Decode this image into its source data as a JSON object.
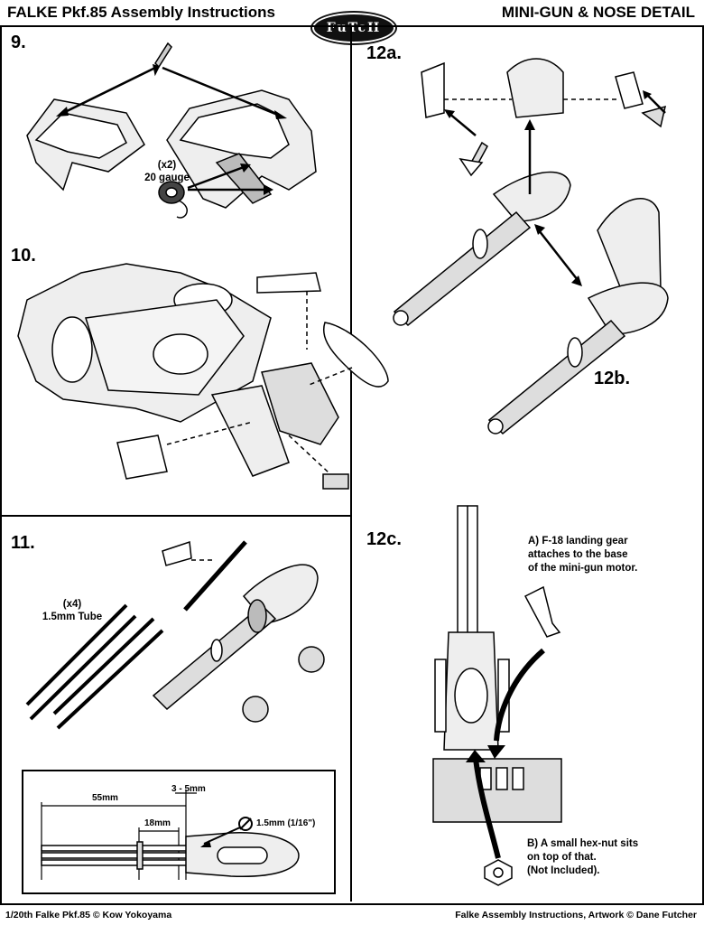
{
  "header": {
    "title": "FALKE Pkf.85 Assembly Instructions",
    "logo_text": "FuTcH",
    "section": "MINI-GUN & NOSE DETAIL"
  },
  "steps": {
    "s9": "9.",
    "s10": "10.",
    "s11": "11.",
    "s12a": "12a.",
    "s12b": "12b.",
    "s12c": "12c."
  },
  "step9": {
    "wire_qty": "(x2)",
    "wire_gauge": "20 gauge"
  },
  "step11": {
    "tube_qty": "(x4)",
    "tube_size": "1.5mm Tube"
  },
  "inset": {
    "dim_55": "55mm",
    "dim_3_5": "3 - 5mm",
    "dim_18": "18mm",
    "dim_hole": "1.5mm (1/16\")"
  },
  "step12c": {
    "note_a_line1": "A) F-18 landing gear",
    "note_a_line2": "attaches to the base",
    "note_a_line3": "of the mini-gun motor.",
    "note_b_line1": "B) A small hex-nut sits",
    "note_b_line2": "on top of that.",
    "note_b_line3": "(Not Included)."
  },
  "footer": {
    "left": "1/20th Falke Pkf.85 © Kow Yokoyama",
    "right": "Falke Assembly Instructions, Artwork © Dane Futcher"
  }
}
